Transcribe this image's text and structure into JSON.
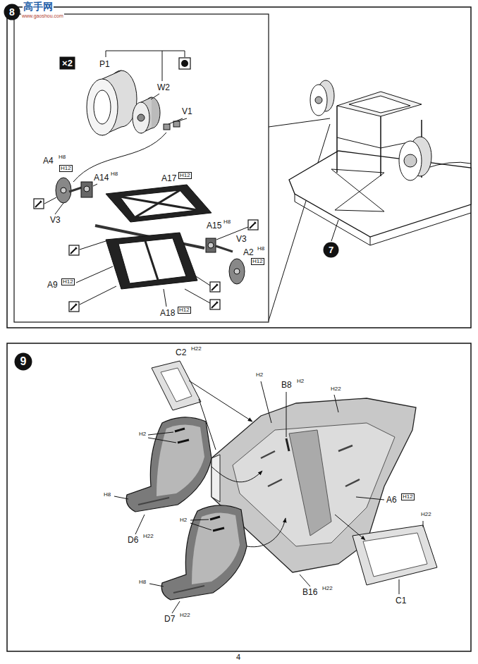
{
  "diagram": {
    "nodes": [
      {
        "text": [
          "8"
        ]
      },
      {
        "text": [
          "×2"
        ]
      },
      {
        "text": [
          "7"
        ]
      },
      {
        "text": [
          "9"
        ]
      }
    ],
    "labels": [
      "高手网",
      "www.gaoshou.com",
      "P1",
      "W2",
      "V1",
      "A4",
      "H8",
      "H12",
      "A14",
      "H8",
      "V3",
      "A17",
      "H12",
      "A15",
      "H8",
      "V3",
      "A2",
      "H8",
      "H12",
      "A9",
      "H12",
      "A18",
      "H12",
      "C2",
      "H22",
      "H2",
      "B8",
      "H2",
      "H22",
      "A6",
      "H12",
      "H2",
      "H8",
      "D6",
      "H22",
      "H2",
      "H8",
      "D7",
      "H22",
      "B16",
      "H22",
      "H22",
      "C1",
      "4"
    ]
  }
}
